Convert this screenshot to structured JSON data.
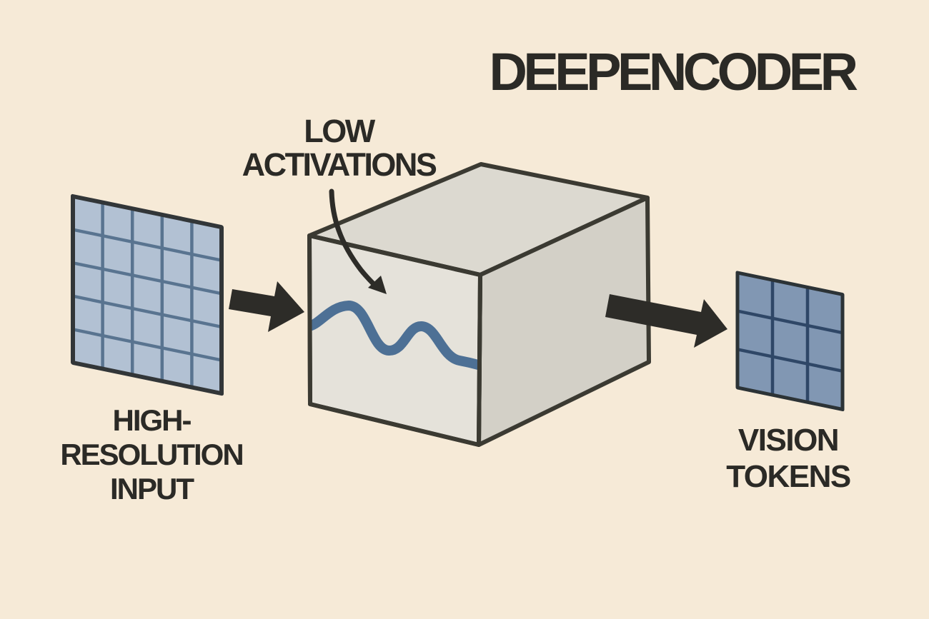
{
  "title": "DEEPENCODER",
  "diagram": {
    "input_label_lines": [
      "HIGH-",
      "RESOLUTION",
      "INPUT"
    ],
    "activations_label_lines": [
      "LOW",
      "ACTIVATIONS"
    ],
    "output_label_lines": [
      "VISION",
      "TOKENS"
    ],
    "input_grid": {
      "rows": 5,
      "cols": 5
    },
    "output_grid": {
      "rows": 3,
      "cols": 3
    }
  },
  "icons": {
    "flow_arrows": "arrow-right-icon",
    "activation_pointer": "curved-arrow-icon"
  },
  "colors": {
    "background": "#f6ead7",
    "text": "#2b2a26",
    "box_front": "#e5e2da",
    "box_top": "#dcd9d0",
    "box_side": "#d3d0c7",
    "box_outline": "#3b3a32",
    "wave": "#4d7095",
    "arrow": "#2d2c28",
    "input_grid_cell": "#b2c1d3",
    "input_grid_line": "#597490",
    "input_grid_border": "#323638",
    "output_grid_cell": "#8197b3",
    "output_grid_line": "#2f4767",
    "output_grid_border": "#2c3336"
  }
}
